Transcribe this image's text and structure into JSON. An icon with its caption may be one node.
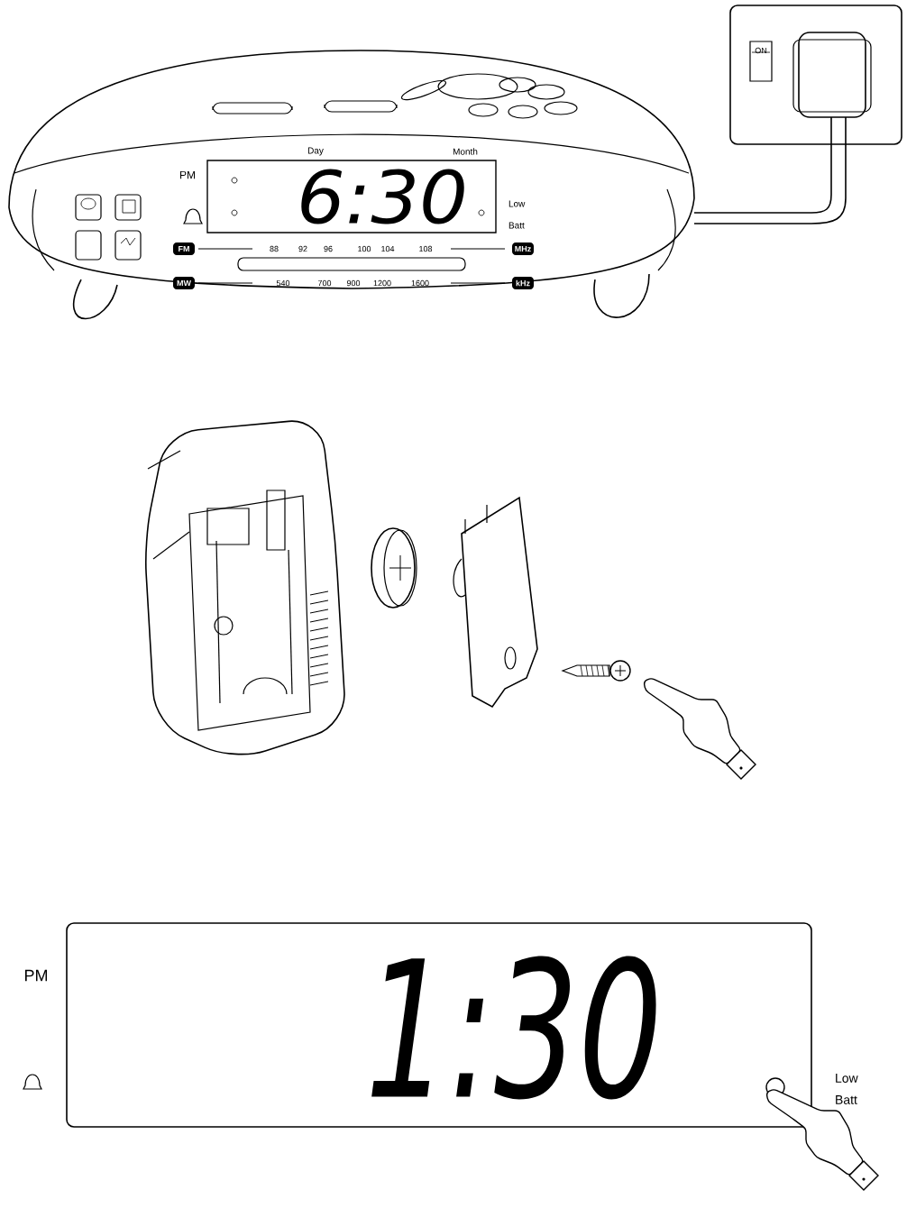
{
  "diagram": {
    "nodes": [
      {
        "text": [
          "6:30"
        ]
      },
      {
        "text": [
          "1:30"
        ]
      }
    ],
    "labels": [
      "ON",
      "Day",
      "Month",
      "PM",
      "Low Batt",
      "FM",
      "88",
      "92",
      "96",
      "100",
      "104",
      "108",
      "MHz",
      "MW",
      "540",
      "700",
      "900",
      "1200",
      "1600",
      "kHz",
      "PM",
      "Low Batt"
    ]
  }
}
